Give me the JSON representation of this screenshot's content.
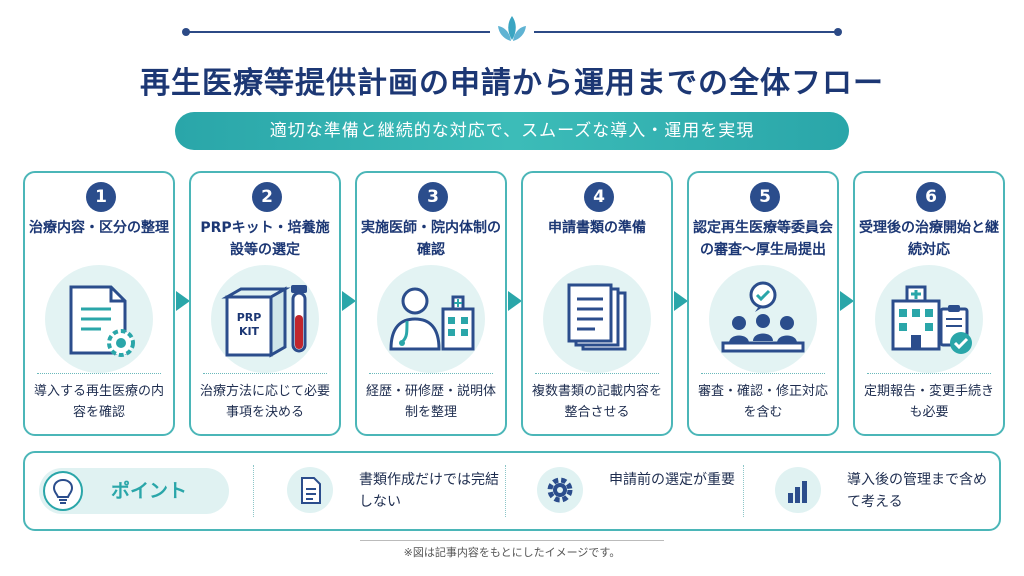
{
  "title": "再生医療等提供計画の申請から運用までの全体フロー",
  "subtitle": "適切な準備と継続的な対応で、スムーズな導入・運用を実現",
  "steps": [
    {
      "num": "1",
      "title": "治療内容・区分の整理",
      "desc": "導入する再生医療の内容を確認",
      "icon": "document-gear-icon"
    },
    {
      "num": "2",
      "title": "PRPキット・培養施設等の選定",
      "desc": "治療方法に応じて必要事項を決める",
      "icon": "prp-kit-tube-icon",
      "kit_label": "PRP KIT"
    },
    {
      "num": "3",
      "title": "実施医師・院内体制の確認",
      "desc": "経歴・研修歴・説明体制を整理",
      "icon": "doctor-hospital-icon"
    },
    {
      "num": "4",
      "title": "申請書類の準備",
      "desc": "複数書類の記載内容を整合させる",
      "icon": "documents-stack-icon"
    },
    {
      "num": "5",
      "title": "認定再生医療等委員会の審査〜厚生局提出",
      "desc": "審査・確認・修正対応を含む",
      "icon": "committee-meeting-icon"
    },
    {
      "num": "6",
      "title": "受理後の治療開始と継続対応",
      "desc": "定期報告・変更手続きも必要",
      "icon": "hospital-clipboard-icon"
    }
  ],
  "points": {
    "label": "ポイント",
    "items": [
      {
        "text": "書類作成だけでは完結しない",
        "icon": "document-icon"
      },
      {
        "text": "申請前の選定が重要",
        "icon": "gear-icon"
      },
      {
        "text": "導入後の管理まで含めて考える",
        "icon": "bar-chart-icon"
      }
    ]
  },
  "footer_note": "※図は記事内容をもとにしたイメージです。",
  "colors": {
    "navy": "#1c3774",
    "teal": "#2aa6a9",
    "border": "#4bb6b8",
    "light": "#e0f2f2"
  }
}
